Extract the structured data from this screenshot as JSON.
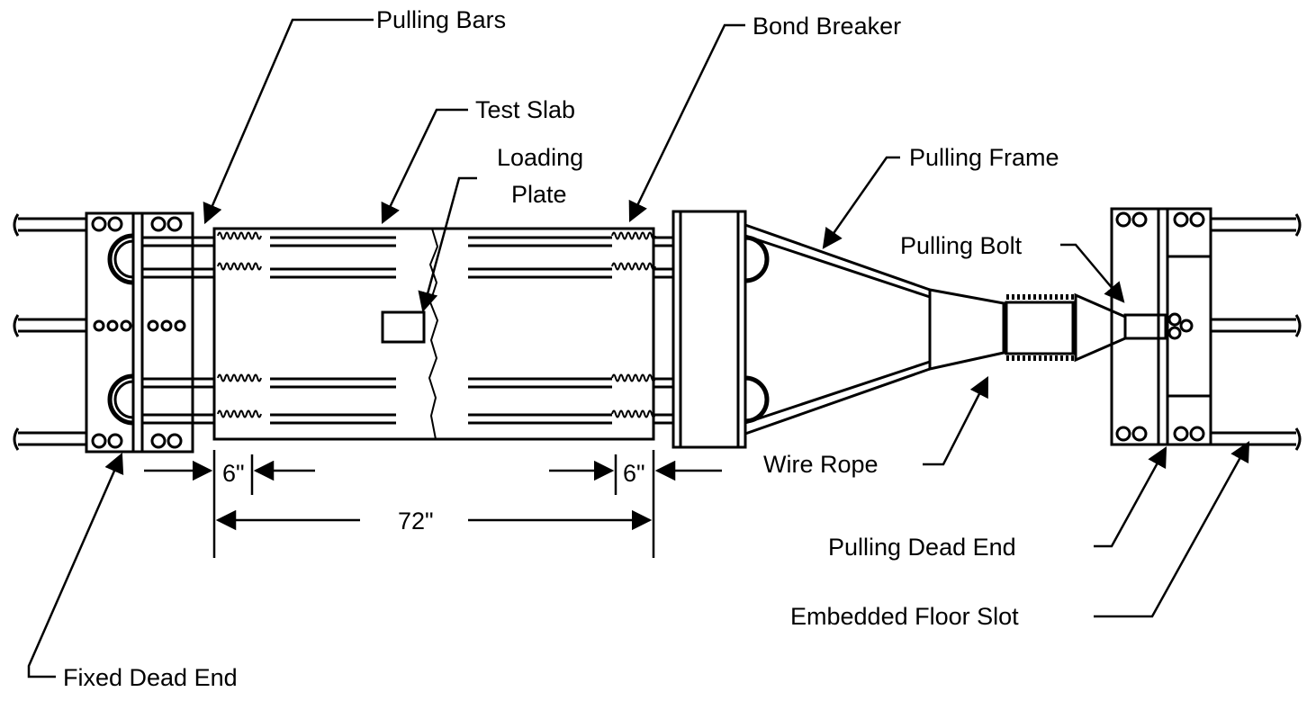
{
  "labels": {
    "pulling_bars": "Pulling Bars",
    "bond_breaker": "Bond Breaker",
    "test_slab": "Test Slab",
    "loading_plate_line1": "Loading",
    "loading_plate_line2": "Plate",
    "pulling_frame": "Pulling Frame",
    "pulling_bolt": "Pulling Bolt",
    "wire_rope": "Wire Rope",
    "pulling_dead_end": "Pulling Dead End",
    "embedded_floor_slot": "Embedded Floor Slot",
    "fixed_dead_end": "Fixed Dead End"
  },
  "dimensions": {
    "left_gap": "6\"",
    "right_gap": "6\"",
    "slab_length": "72\""
  }
}
